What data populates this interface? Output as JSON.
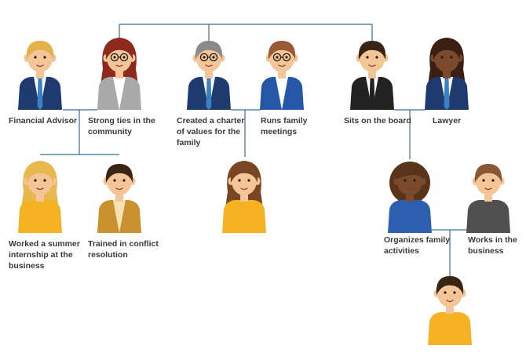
{
  "colors": {
    "connector": "#3b6e96",
    "label_text": "#3a3a3a",
    "skin_light": "#f3c597",
    "skin_dark": "#7a4a2c",
    "navy": "#1f3a6e",
    "gray": "#9c9c9c",
    "black": "#222222",
    "blue": "#2457a8",
    "yellow": "#f5b324",
    "mustard": "#c9922f",
    "dark_gray": "#505050"
  },
  "people": [
    {
      "id": "financial-advisor",
      "label": "Financial Advisor",
      "hair": "blond-short",
      "outfit": "navy-suit",
      "skin": "light",
      "glasses": false
    },
    {
      "id": "strong-ties",
      "label": "Strong ties in the\ncommunity",
      "hair": "red-long",
      "outfit": "gray-blazer",
      "skin": "light",
      "glasses": true
    },
    {
      "id": "created-charter",
      "label": "Created a charter\nof values for the\nfamily",
      "hair": "gray-short",
      "outfit": "navy-suit",
      "skin": "light",
      "glasses": true
    },
    {
      "id": "runs-meetings",
      "label": "Runs family\nmeetings",
      "hair": "brown-bob",
      "outfit": "blue-blazer",
      "skin": "light",
      "glasses": true
    },
    {
      "id": "sits-board",
      "label": "Sits on the board",
      "hair": "dark-short",
      "outfit": "black-suit",
      "skin": "light",
      "glasses": false
    },
    {
      "id": "lawyer",
      "label": "Lawyer",
      "hair": "dark-curly-long",
      "outfit": "navy-suit",
      "skin": "dark",
      "glasses": false
    },
    {
      "id": "summer-internship",
      "label": "Worked a summer\ninternship at the\nbusiness",
      "hair": "blond-long",
      "outfit": "yellow-top",
      "skin": "light",
      "glasses": false
    },
    {
      "id": "conflict-resolution",
      "label": "Trained in conflict\nresolution",
      "hair": "dark-short",
      "outfit": "mustard-jacket",
      "skin": "light",
      "glasses": false
    },
    {
      "id": "child-middle",
      "label": "",
      "hair": "brown-long",
      "outfit": "yellow-top",
      "skin": "light",
      "glasses": false
    },
    {
      "id": "organizes-activities",
      "label": "Organizes family\nactivities",
      "hair": "curly-afro",
      "outfit": "blue-sweater",
      "skin": "dark",
      "glasses": false
    },
    {
      "id": "works-business",
      "label": "Works in the\nbusiness",
      "hair": "brown-short",
      "outfit": "gray-sweater",
      "skin": "light",
      "glasses": false
    },
    {
      "id": "child-bottom",
      "label": "",
      "hair": "dark-short",
      "outfit": "yellow-top",
      "skin": "light",
      "glasses": false
    }
  ]
}
